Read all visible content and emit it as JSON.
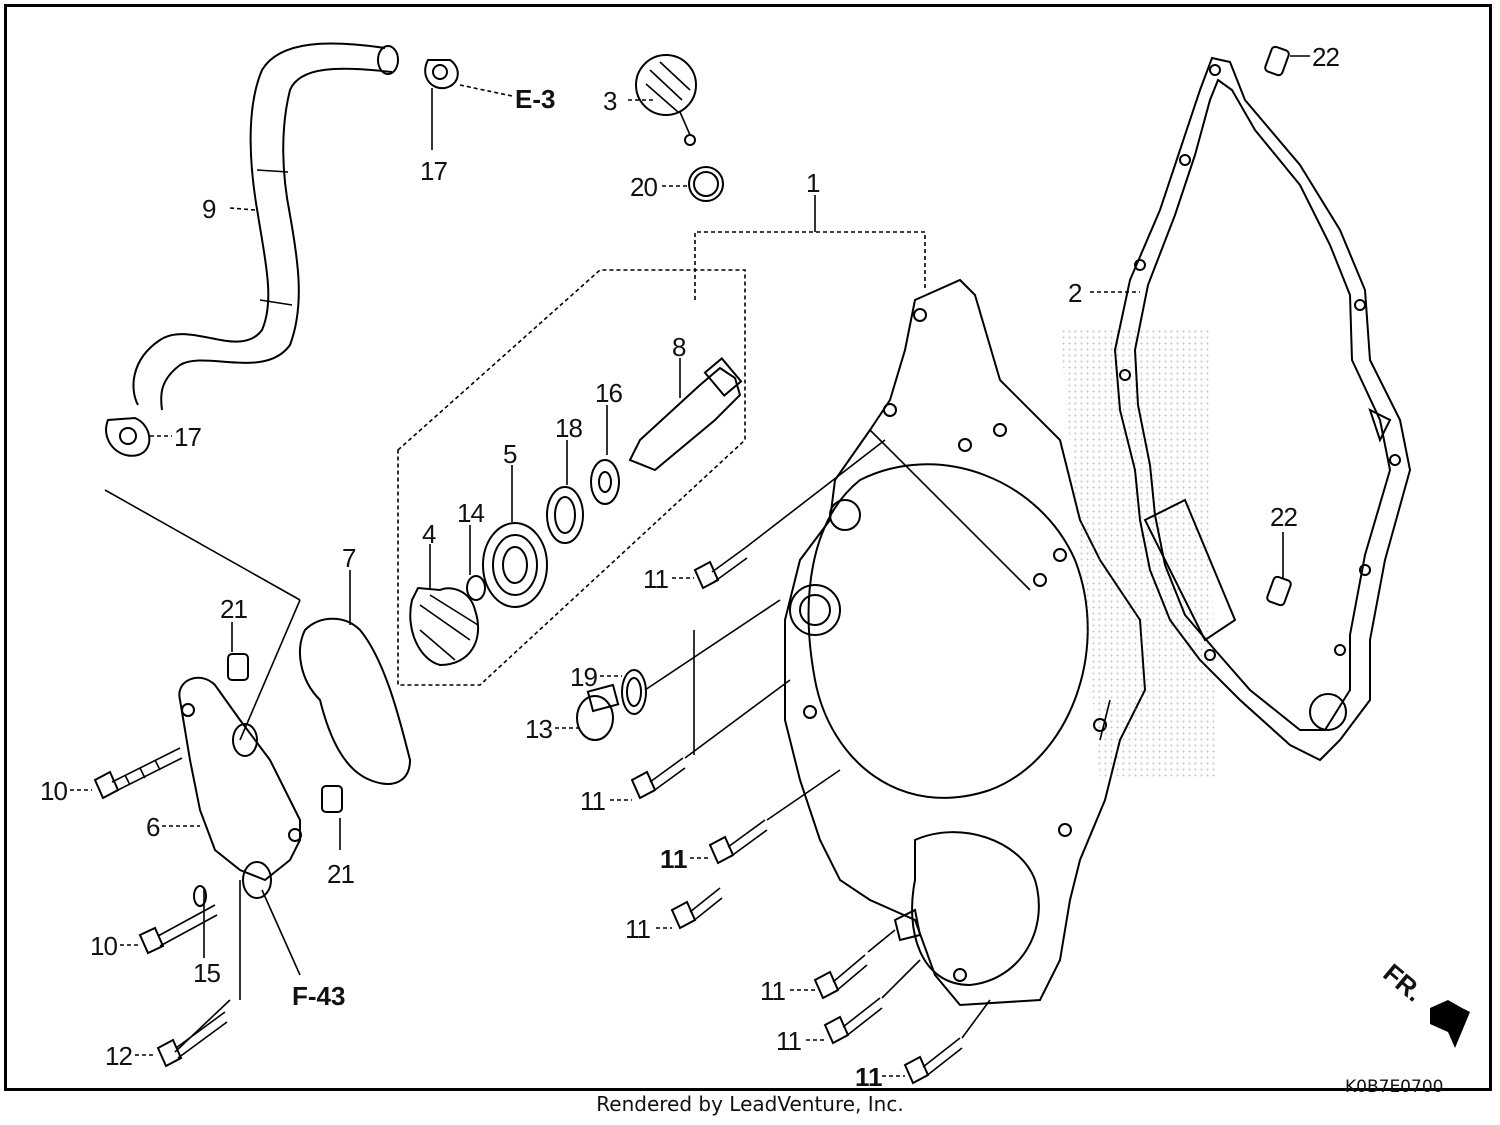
{
  "diagram": {
    "footer": "Rendered by LeadVenture, Inc.",
    "code": "K0B7E0700",
    "direction": "FR.",
    "refs": {
      "e3": "E-3",
      "f43": "F-43"
    },
    "labels": [
      {
        "id": "p1",
        "text": "1"
      },
      {
        "id": "p2",
        "text": "2"
      },
      {
        "id": "p3",
        "text": "3"
      },
      {
        "id": "p4",
        "text": "4"
      },
      {
        "id": "p5",
        "text": "5"
      },
      {
        "id": "p6",
        "text": "6"
      },
      {
        "id": "p7",
        "text": "7"
      },
      {
        "id": "p8",
        "text": "8"
      },
      {
        "id": "p9",
        "text": "9"
      },
      {
        "id": "p10a",
        "text": "10"
      },
      {
        "id": "p10b",
        "text": "10"
      },
      {
        "id": "p11a",
        "text": "11"
      },
      {
        "id": "p11b",
        "text": "11"
      },
      {
        "id": "p11c",
        "text": "11"
      },
      {
        "id": "p11d",
        "text": "11"
      },
      {
        "id": "p11e",
        "text": "11"
      },
      {
        "id": "p11f",
        "text": "11"
      },
      {
        "id": "p11g",
        "text": "11"
      },
      {
        "id": "p11h",
        "text": "11"
      },
      {
        "id": "p12",
        "text": "12"
      },
      {
        "id": "p13",
        "text": "13"
      },
      {
        "id": "p14",
        "text": "14"
      },
      {
        "id": "p15",
        "text": "15"
      },
      {
        "id": "p16",
        "text": "16"
      },
      {
        "id": "p17a",
        "text": "17"
      },
      {
        "id": "p17b",
        "text": "17"
      },
      {
        "id": "p18",
        "text": "18"
      },
      {
        "id": "p19",
        "text": "19"
      },
      {
        "id": "p20",
        "text": "20"
      },
      {
        "id": "p21a",
        "text": "21"
      },
      {
        "id": "p21b",
        "text": "21"
      },
      {
        "id": "p22a",
        "text": "22"
      },
      {
        "id": "p22b",
        "text": "22"
      }
    ]
  }
}
